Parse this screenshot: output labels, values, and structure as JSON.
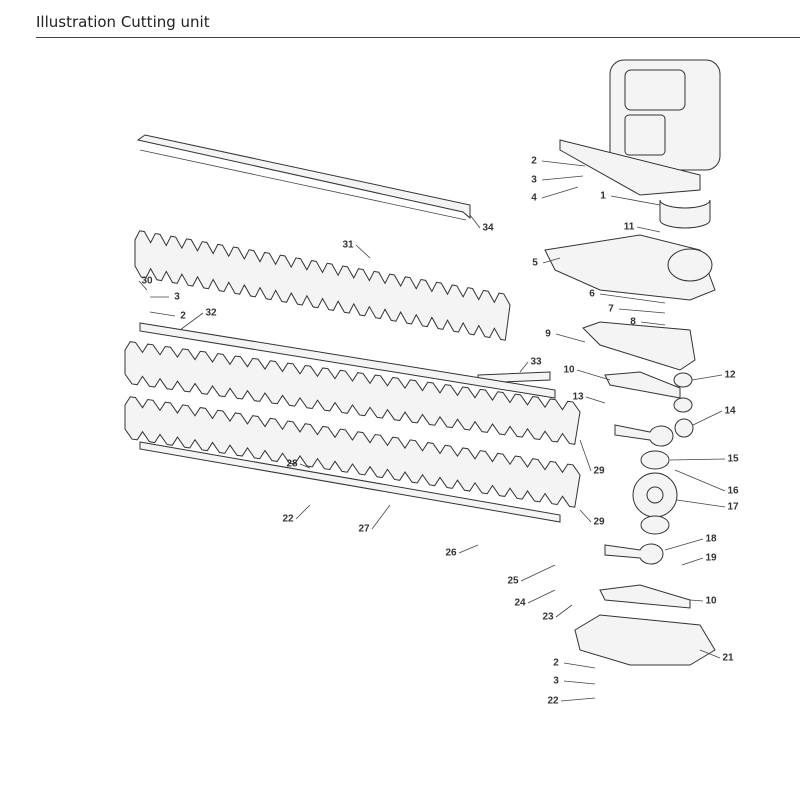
{
  "header": {
    "title": "Illustration  Cutting unit"
  },
  "callouts": [
    "2",
    "3",
    "4",
    "1",
    "11",
    "5",
    "6",
    "7",
    "8",
    "9",
    "10",
    "12",
    "13",
    "14",
    "15",
    "16",
    "17",
    "18",
    "19",
    "10",
    "21",
    "2",
    "3",
    "22",
    "23",
    "24",
    "25",
    "26",
    "27",
    "28",
    "22",
    "29",
    "29",
    "33",
    "32",
    "31",
    "30",
    "3",
    "2",
    "34"
  ]
}
